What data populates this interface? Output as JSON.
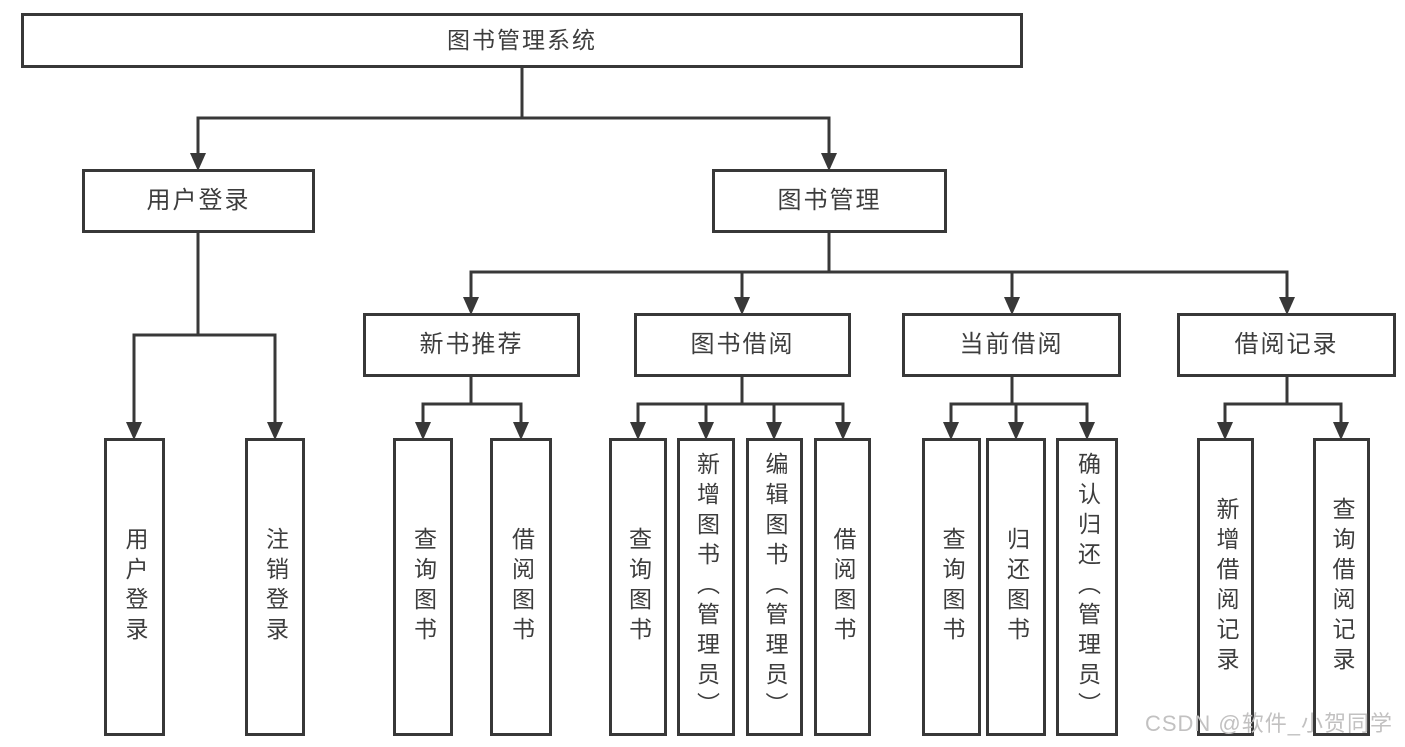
{
  "diagram": {
    "title": "图书管理系统",
    "type": "hierarchy-tree",
    "colors": {
      "line": "#383838",
      "box_border": "#383838",
      "text": "#3d3d3d",
      "watermark": "#c2c1c1",
      "background": "#ffffff"
    }
  },
  "nodes": {
    "root": {
      "label": "图书管理系统"
    },
    "user_login": {
      "label": "用户登录"
    },
    "book_mgmt": {
      "label": "图书管理"
    },
    "new_book_rec": {
      "label": "新书推荐"
    },
    "book_borrow": {
      "label": "图书借阅"
    },
    "current_borrow": {
      "label": "当前借阅"
    },
    "borrow_records": {
      "label": "借阅记录"
    },
    "leaf_user_login": {
      "label": "用户登录"
    },
    "leaf_logout": {
      "label": "注销登录"
    },
    "nbr_query_books": {
      "label": "查询图书"
    },
    "nbr_borrow_books": {
      "label": "借阅图书"
    },
    "bb_query_books": {
      "label": "查询图书"
    },
    "bb_add_books": {
      "label": "新增图书（管理员）"
    },
    "bb_edit_books": {
      "label": "编辑图书（管理员）"
    },
    "bb_borrow_books": {
      "label": "借阅图书"
    },
    "cb_query_books": {
      "label": "查询图书"
    },
    "cb_return_books": {
      "label": "归还图书"
    },
    "cb_confirm_return": {
      "label": "确认归还（管理员）"
    },
    "br_add_record": {
      "label": "新增借阅记录"
    },
    "br_query_record": {
      "label": "查询借阅记录"
    }
  },
  "watermark": {
    "text": "CSDN @软件_小贺同学"
  }
}
